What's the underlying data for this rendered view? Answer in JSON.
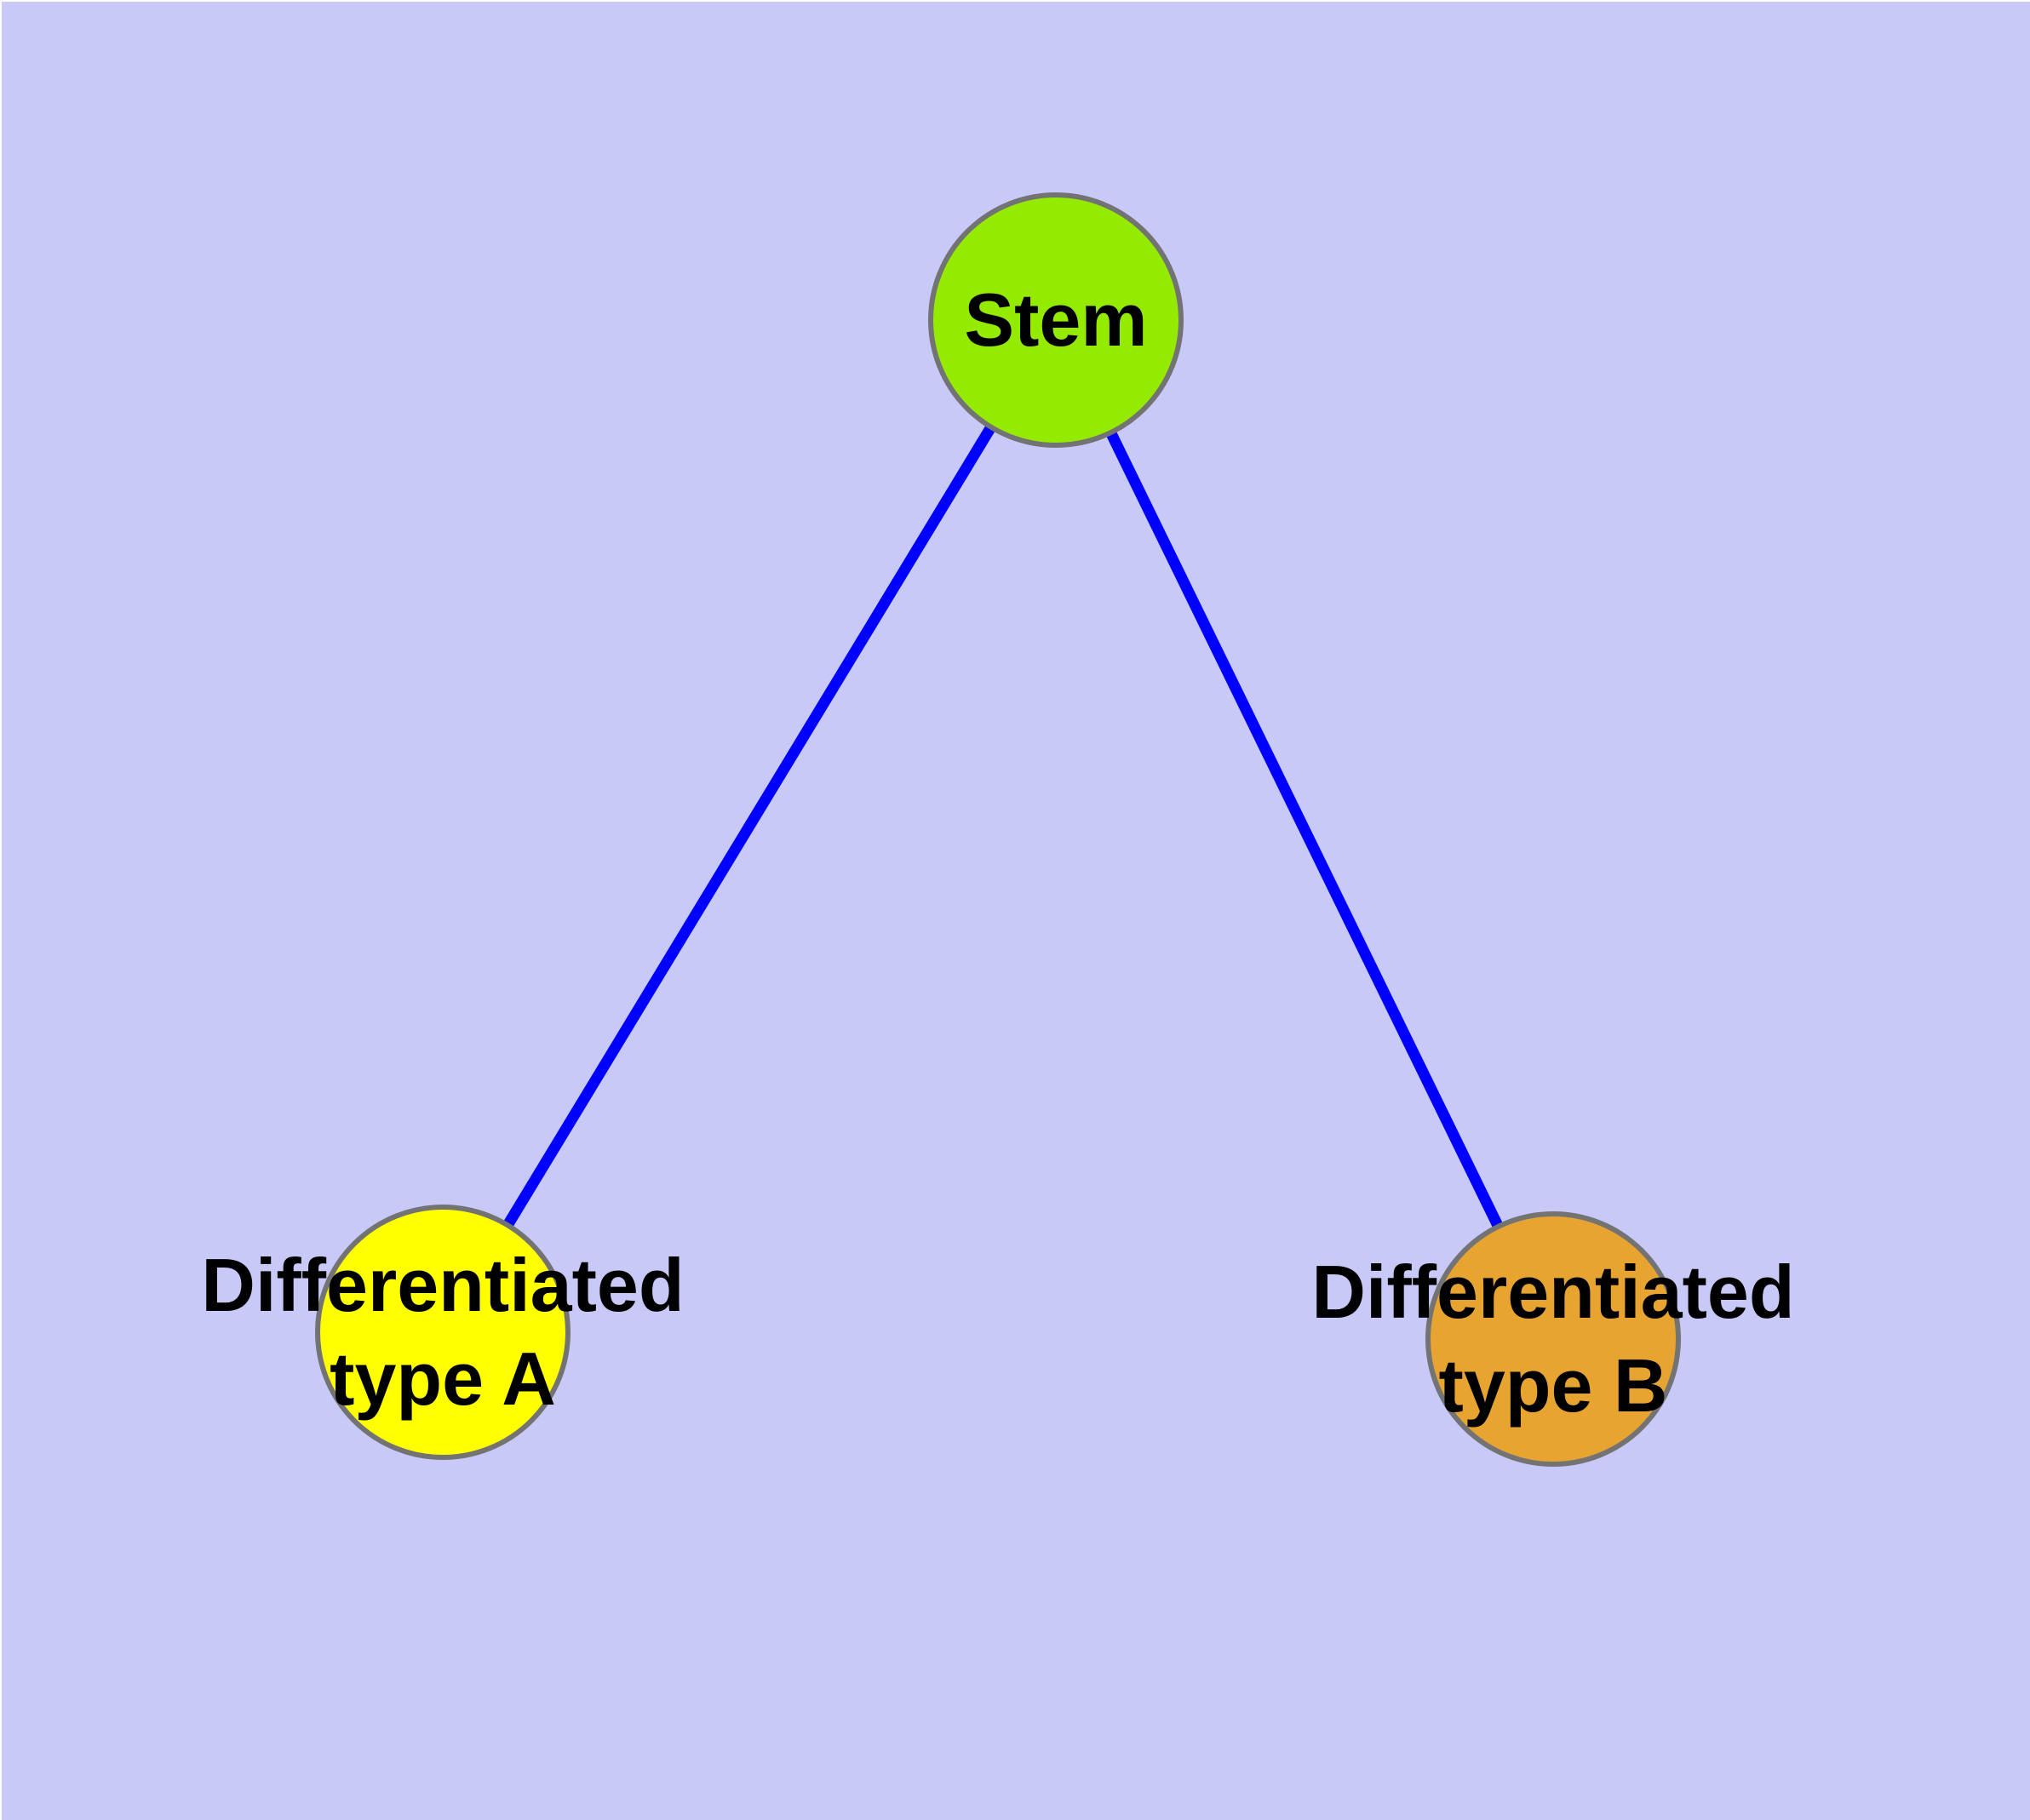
{
  "diagram": {
    "background_color": "#C9C9F8",
    "edge_color": "#0000FF",
    "node_border_color": "#737373",
    "text_color": "#000000",
    "nodes": {
      "stem": {
        "label": "Stem",
        "fill_color": "#94EB00"
      },
      "type_a": {
        "label_line1": "Differentiated",
        "label_line2": "type A",
        "fill_color": "#FFFF00"
      },
      "type_b": {
        "label_line1": "Differentiated",
        "label_line2": "type B",
        "fill_color": "#E8A431"
      }
    },
    "edges": [
      {
        "from": "Stem",
        "to": "Differentiated type A"
      },
      {
        "from": "Stem",
        "to": "Differentiated type B"
      }
    ]
  }
}
